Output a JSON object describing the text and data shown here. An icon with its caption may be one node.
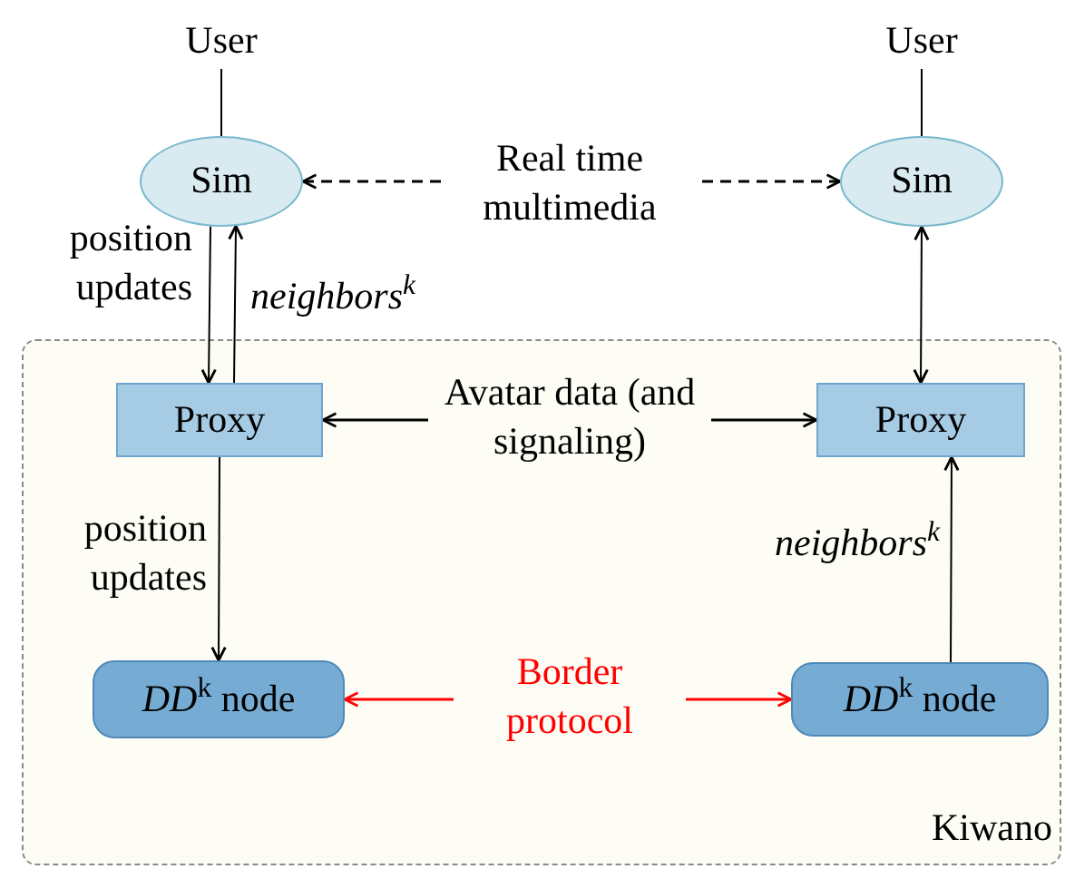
{
  "diagram": {
    "nodes": [
      {
        "text": [
          "User"
        ]
      },
      {
        "text": [
          "User"
        ]
      },
      {
        "text": [
          "Sim"
        ]
      },
      {
        "text": [
          "Sim"
        ]
      },
      {
        "text": [
          "Kiwano"
        ]
      },
      {
        "text": [
          "Proxy"
        ],
        "in": 4
      },
      {
        "text": [
          "Proxy"
        ],
        "in": 4
      },
      {
        "text": [
          "*DD*$^{k}$ node"
        ],
        "in": 4
      },
      {
        "text": [
          "*DD*$^{k}$ node"
        ],
        "in": 4
      }
    ],
    "edges": [
      {
        "from": 0,
        "to": 2,
        "arrow": "none"
      },
      {
        "from": 1,
        "to": 3,
        "arrow": "none"
      },
      {
        "from": 2,
        "to": 3,
        "arrow": "both",
        "label": "Real time multimedia",
        "style": "dashed"
      },
      {
        "from": 2,
        "to": 5,
        "arrow": "to",
        "label": "position updates"
      },
      {
        "from": 5,
        "to": 2,
        "arrow": "to",
        "label": "neighbors$^{k}$"
      },
      {
        "from": 3,
        "to": 6,
        "arrow": "both"
      },
      {
        "from": 5,
        "to": 6,
        "arrow": "both",
        "label": "Avatar data (and signaling)"
      },
      {
        "from": 5,
        "to": 7,
        "arrow": "to",
        "label": "position updates"
      },
      {
        "from": 8,
        "to": 6,
        "arrow": "to",
        "label": "neighbors$^{k}$"
      },
      {
        "from": 7,
        "to": 8,
        "arrow": "both",
        "label": "Border protocol",
        "color": "#ff0000"
      }
    ]
  }
}
